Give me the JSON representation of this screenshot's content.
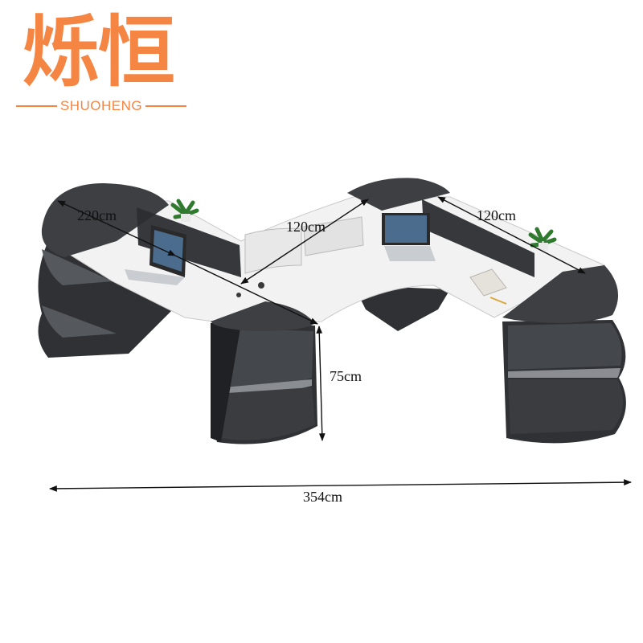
{
  "brand": {
    "name_cn": "烁恒",
    "name_en": "SHUOHENG",
    "color": "#f58543"
  },
  "dimensions": {
    "left_depth": "220cm",
    "middle_width": "120cm",
    "right_width": "120cm",
    "height": "75cm",
    "total_length": "354cm"
  },
  "colors": {
    "desk_dark": "#3d3f43",
    "desk_top_white": "#f2f2f2",
    "shelf_dark": "#2f3135",
    "shelf_mid": "#55585c",
    "screen_dark": "#2b2d30"
  }
}
